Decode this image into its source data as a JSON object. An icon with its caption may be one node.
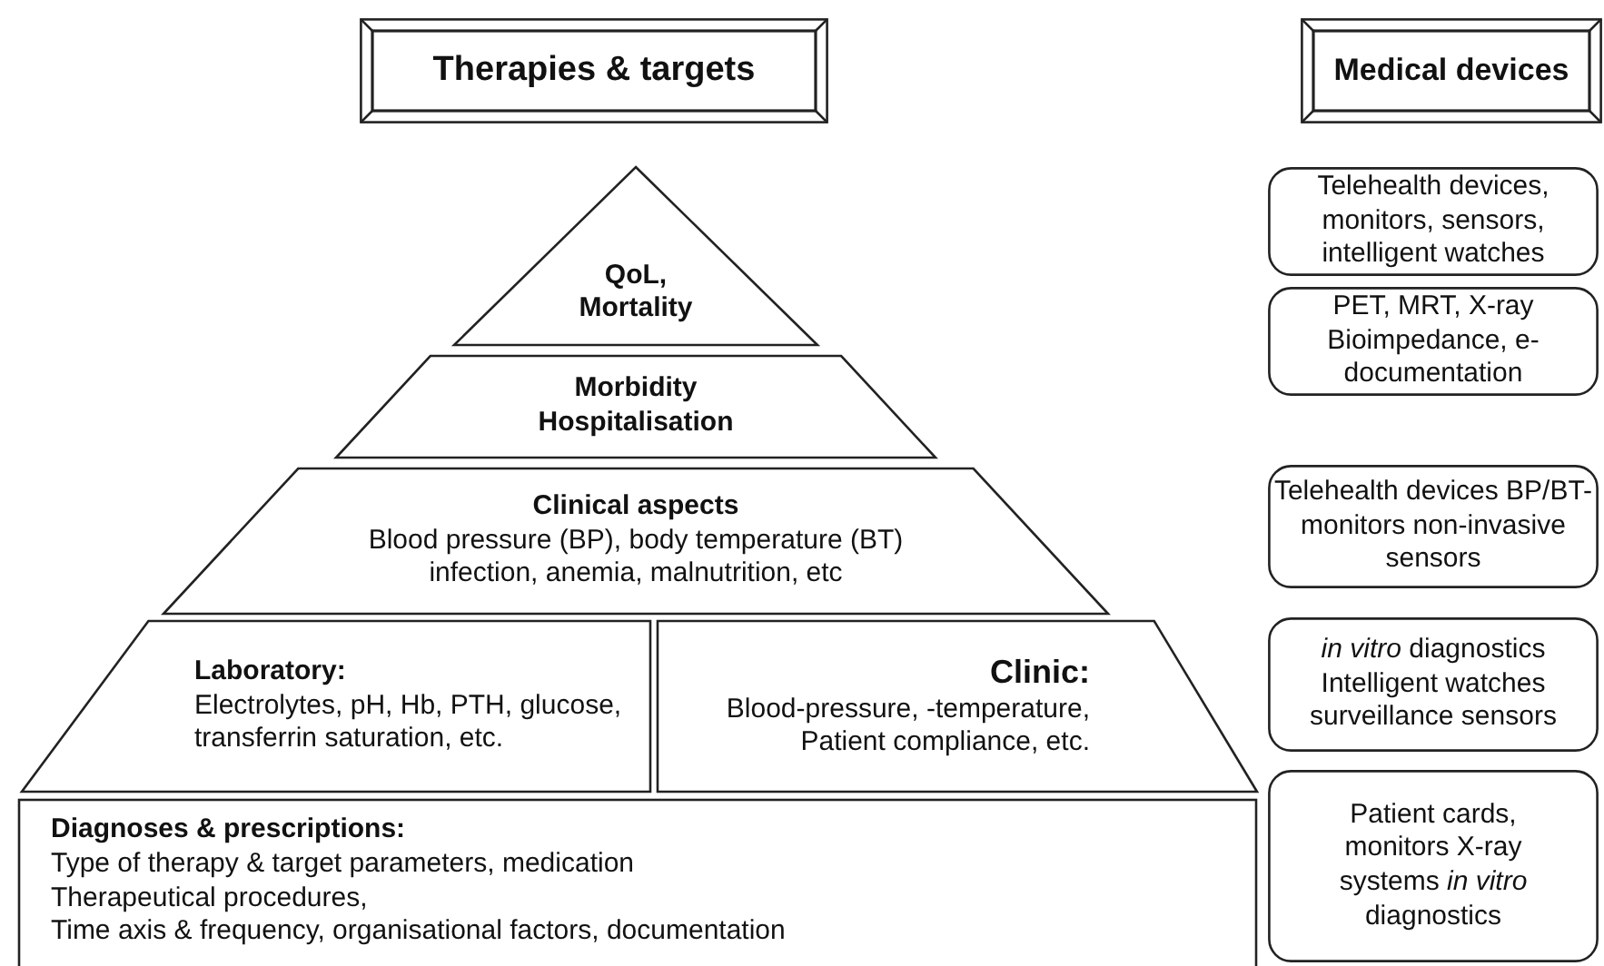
{
  "diagram": {
    "nodes": [
      {
        "text": [
          "Therapies & targets"
        ]
      },
      {
        "text": [
          "Medical devices"
        ]
      },
      {
        "text": [
          "QoL, Mortality"
        ]
      },
      {
        "text": [
          "Morbidity Hospitalisation"
        ]
      },
      {
        "text": [
          "Clinical aspects",
          "Blood pressure (BP), body temperature (BT) infection, anemia, malnutrition, etc"
        ]
      },
      {
        "text": [
          "Laboratory:",
          "Electrolytes, pH, Hb, PTH, glucose, transferrin saturation, etc."
        ]
      },
      {
        "text": [
          "Clinic:",
          "Blood-pressure, -temperature, Patient compliance, etc."
        ]
      },
      {
        "text": [
          "Diagnoses & prescriptions:",
          "Type of therapy & target parameters, medication",
          "Therapeutical procedures,",
          "Time axis & frequency, organisational factors, documentation"
        ]
      },
      {
        "text": [
          "Telehealth devices, monitors, sensors, intelligent watches"
        ]
      },
      {
        "text": [
          "PET, MRT, X-ray Bioimpedance, e-documentation"
        ]
      },
      {
        "text": [
          "Telehealth devices BP/BT-monitors non-invasive sensors"
        ]
      },
      {
        "text": [
          "*in vitro* diagnostics Intelligent watches surveillance sensors"
        ]
      },
      {
        "text": [
          "Patient cards, monitors X-ray systems *in vitro* diagnostics"
        ]
      }
    ],
    "edges": []
  }
}
